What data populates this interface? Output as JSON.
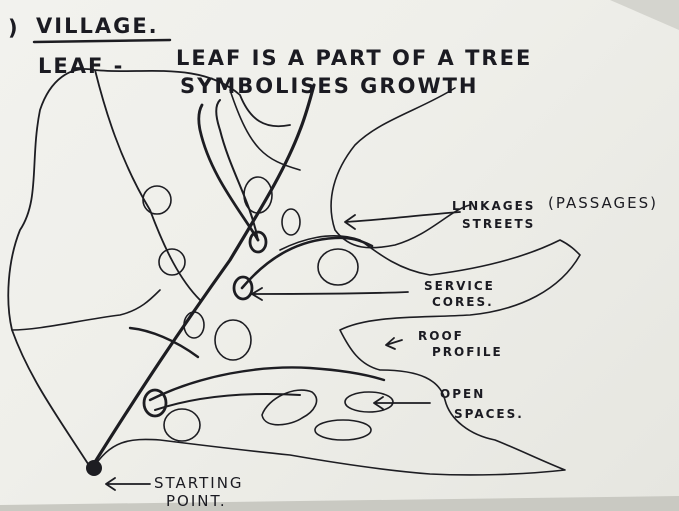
{
  "header": {
    "number_mark": ")",
    "title": "VILLAGE.",
    "leaf_label": "LEAF -",
    "line1": "LEAF IS A PART OF A TREE",
    "line2": "SYMBOLISES GROWTH"
  },
  "labels": {
    "linkages": "LINKAGES",
    "streets": "STREETS",
    "passages": "(PASSAGES)",
    "service": "SERVICE",
    "cores": "CORES.",
    "roof": "ROOF",
    "profile": "PROFILE",
    "open": "OPEN",
    "spaces": "SPACES.",
    "starting": "STARTING",
    "point": "POINT."
  },
  "colors": {
    "paper": "#efefea",
    "ink": "#1d1d22"
  }
}
